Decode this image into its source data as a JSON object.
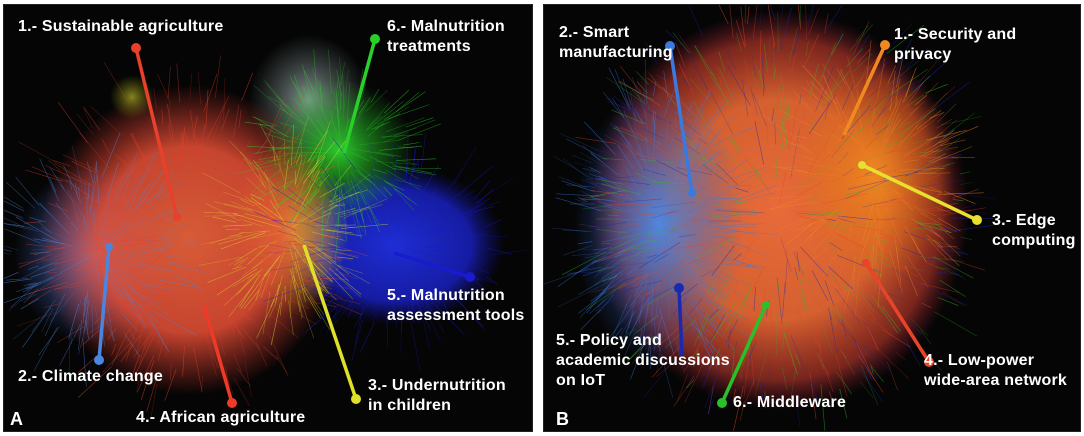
{
  "panel_a": {
    "letter": "A",
    "clusters": [
      {
        "label": "1.- Sustainable agriculture",
        "color": "#e8402a"
      },
      {
        "label": "2.- Climate change",
        "color": "#4a86e0"
      },
      {
        "label": "3.- Undernutrition\nin children",
        "color": "#e0e02a"
      },
      {
        "label": "4.- African agriculture",
        "color": "#ee3a26"
      },
      {
        "label": "5.- Malnutrition\nassessment tools",
        "color": "#1a1ad0"
      },
      {
        "label": "6.- Malnutrition\ntreatments",
        "color": "#2ad02a"
      }
    ]
  },
  "panel_b": {
    "letter": "B",
    "clusters": [
      {
        "label": "1.- Security and\nprivacy",
        "color": "#f08a20"
      },
      {
        "label": "2.- Smart\nmanufacturing",
        "color": "#3a7ae0"
      },
      {
        "label": "3.- Edge\ncomputing",
        "color": "#e8e030"
      },
      {
        "label": "4.- Low-power\nwide-area network",
        "color": "#e8442a"
      },
      {
        "label": "5.- Policy and\nacademic discussions\non IoT",
        "color": "#1a2ab0"
      },
      {
        "label": "6.- Middleware",
        "color": "#2ac02a"
      }
    ]
  }
}
